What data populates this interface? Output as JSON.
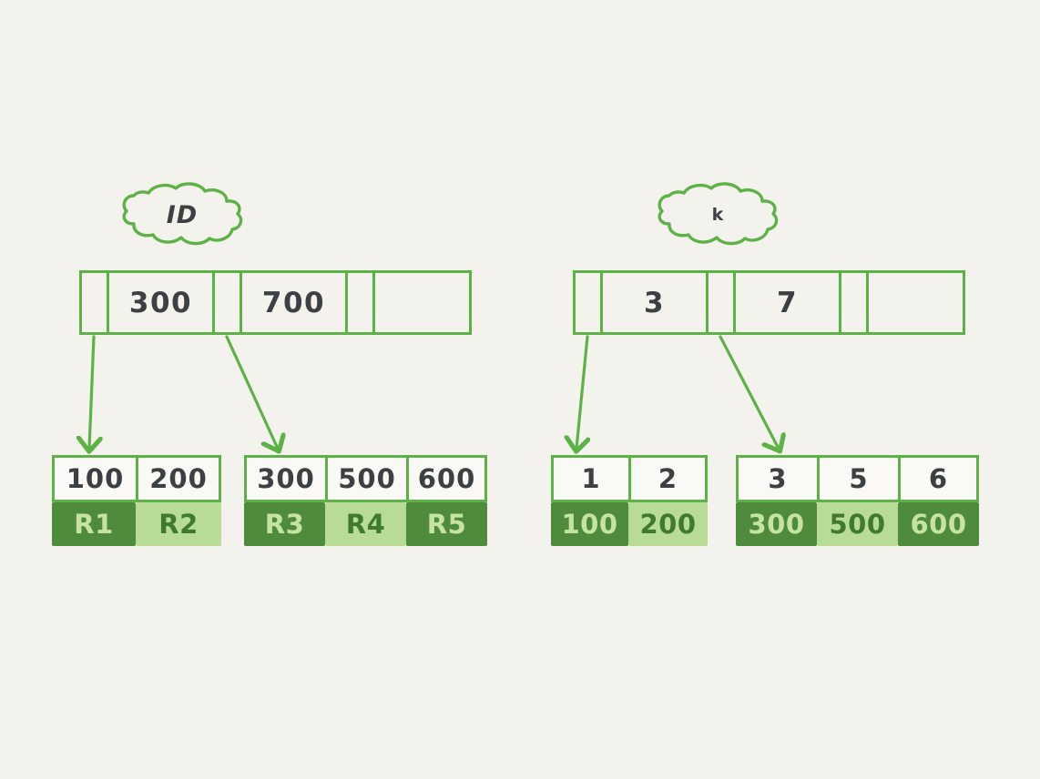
{
  "diagram": {
    "title": "B+ tree index comparison",
    "background_color": "#f4f2ec",
    "stroke_color": "#5cb246",
    "dark_green": "#4e8b3c",
    "light_green": "#b8dc98",
    "ink_color": "#3c4043"
  },
  "trees": [
    {
      "id": "left-tree",
      "label": "ID",
      "root": {
        "cells": [
          {
            "type": "pointer",
            "text": ""
          },
          {
            "type": "key",
            "text": "300"
          },
          {
            "type": "pointer",
            "text": ""
          },
          {
            "type": "key",
            "text": "700"
          },
          {
            "type": "pointer",
            "text": ""
          },
          {
            "type": "empty",
            "text": ""
          }
        ]
      },
      "leaves": [
        {
          "id": "left-leaf-1",
          "keys": [
            "100",
            "200"
          ],
          "values": [
            "R1",
            "R2"
          ],
          "shades": [
            "dark",
            "light"
          ]
        },
        {
          "id": "left-leaf-2",
          "keys": [
            "300",
            "500",
            "600"
          ],
          "values": [
            "R3",
            "R4",
            "R5"
          ],
          "shades": [
            "dark",
            "light",
            "dark"
          ]
        }
      ]
    },
    {
      "id": "right-tree",
      "label": "k",
      "root": {
        "cells": [
          {
            "type": "pointer",
            "text": ""
          },
          {
            "type": "key",
            "text": "3"
          },
          {
            "type": "pointer",
            "text": ""
          },
          {
            "type": "key",
            "text": "7"
          },
          {
            "type": "pointer",
            "text": ""
          },
          {
            "type": "empty",
            "text": ""
          }
        ]
      },
      "leaves": [
        {
          "id": "right-leaf-1",
          "keys": [
            "1",
            "2"
          ],
          "values": [
            "100",
            "200"
          ],
          "shades": [
            "dark",
            "light"
          ]
        },
        {
          "id": "right-leaf-2",
          "keys": [
            "3",
            "5",
            "6"
          ],
          "values": [
            "300",
            "500",
            "600"
          ],
          "shades": [
            "dark",
            "light",
            "dark"
          ]
        }
      ]
    }
  ]
}
